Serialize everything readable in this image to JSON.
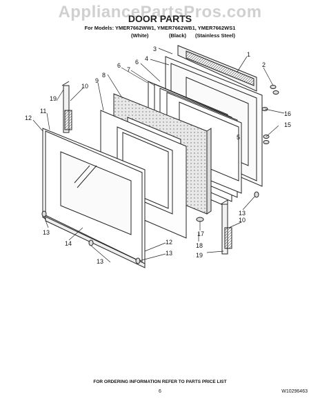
{
  "watermark": "AppliancePartsPros.com",
  "page_title": "DOOR PARTS",
  "models_line": "For Models: YMER7662WW1, YMER7662WB1, YMER7662WS1",
  "finishes": [
    "(White)",
    "(Black)",
    "(Stainless Steel)"
  ],
  "callouts": [
    "1",
    "2",
    "3",
    "4",
    "5",
    "6",
    "6",
    "7",
    "8",
    "9",
    "10",
    "10",
    "11",
    "12",
    "12",
    "13",
    "13",
    "13",
    "13",
    "14",
    "15",
    "16",
    "17",
    "18",
    "19",
    "19"
  ],
  "footer_note": "FOR ORDERING INFORMATION REFER TO PARTS PRICE LIST",
  "page_number": "6",
  "document_id": "W10296463"
}
